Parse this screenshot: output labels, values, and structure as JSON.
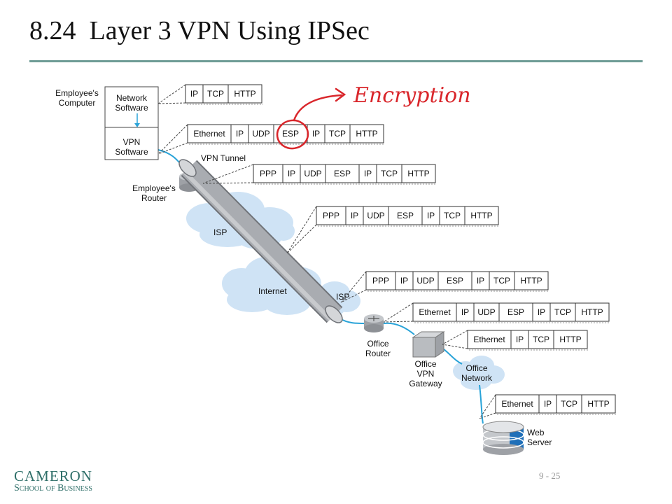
{
  "slide": {
    "title": "8.24  Layer 3 VPN Using IPSec",
    "page_number": "9 - 25",
    "logo_line1": "CAMERON",
    "logo_line2": "School of Business"
  },
  "annotation": {
    "text": "Encryption",
    "color": "#d9262b"
  },
  "colors": {
    "link": "#29a3d8",
    "cloud": "#cfe3f5",
    "tunnel": "#a9acb1",
    "accent": "#6e9c95"
  },
  "labels": {
    "employees_computer": [
      "Employee's",
      "Computer"
    ],
    "network_software": [
      "Network",
      "Software"
    ],
    "vpn_software": [
      "VPN",
      "Software"
    ],
    "vpn_tunnel": "VPN Tunnel",
    "employees_router": [
      "Employee's",
      "Router"
    ],
    "isp_left": "ISP",
    "internet": "Internet",
    "isp_right": "ISP",
    "office_router": [
      "Office",
      "Router"
    ],
    "office_vpn_gateway": [
      "Office",
      "VPN",
      "Gateway"
    ],
    "office_network": [
      "Office",
      "Network"
    ],
    "web_server": [
      "Web",
      "Server"
    ]
  },
  "headers": [
    [
      "IP",
      "TCP",
      "HTTP"
    ],
    [
      "Ethernet",
      "IP",
      "UDP",
      "ESP",
      "IP",
      "TCP",
      "HTTP"
    ],
    [
      "PPP",
      "IP",
      "UDP",
      "ESP",
      "IP",
      "TCP",
      "HTTP"
    ],
    [
      "PPP",
      "IP",
      "UDP",
      "ESP",
      "IP",
      "TCP",
      "HTTP"
    ],
    [
      "PPP",
      "IP",
      "UDP",
      "ESP",
      "IP",
      "TCP",
      "HTTP"
    ],
    [
      "Ethernet",
      "IP",
      "UDP",
      "ESP",
      "IP",
      "TCP",
      "HTTP"
    ],
    [
      "Ethernet",
      "IP",
      "TCP",
      "HTTP"
    ],
    [
      "Ethernet",
      "IP",
      "TCP",
      "HTTP"
    ]
  ]
}
